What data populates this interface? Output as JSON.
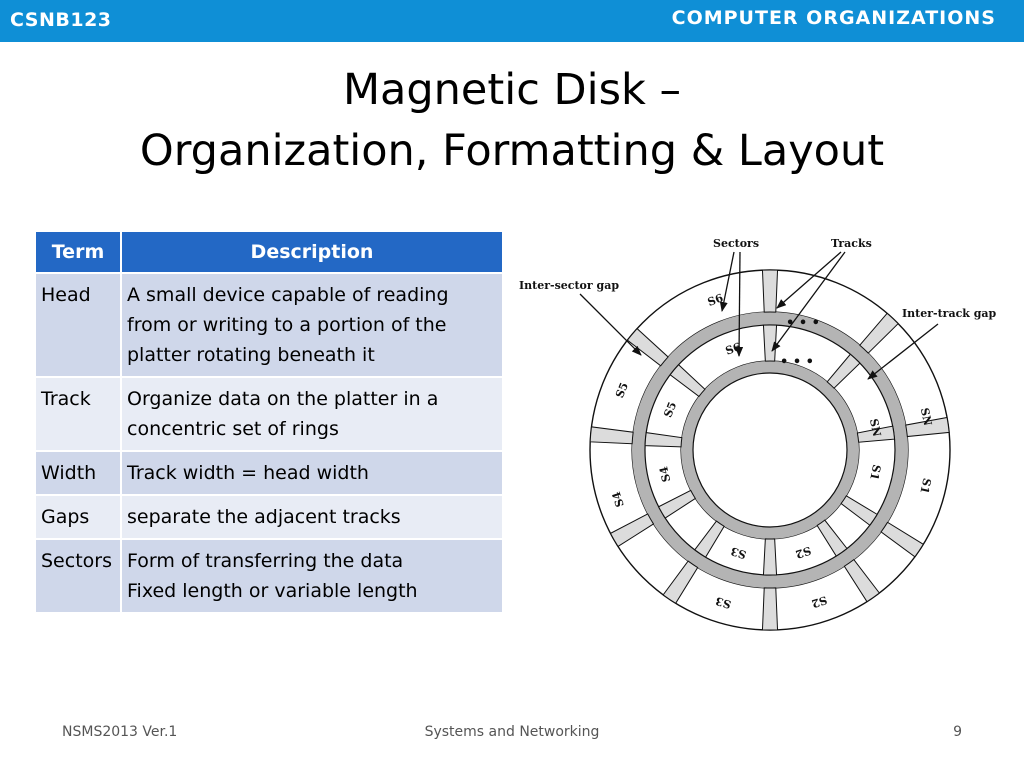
{
  "header": {
    "course_code": "CSNB123",
    "course_name": "COMPUTER ORGANIZATIONS",
    "bar_color": "#0f8fd6"
  },
  "title": {
    "line1": "Magnetic Disk –",
    "line2": "Organization, Formatting & Layout"
  },
  "table": {
    "header_color": "#2368c5",
    "columns": [
      "Term",
      "Description"
    ],
    "rows": [
      {
        "term": "Head",
        "description": [
          "A small device capable of reading",
          "from or writing to a portion of the",
          "platter rotating beneath it"
        ]
      },
      {
        "term": "Track",
        "description": [
          "Organize data on the platter in a",
          "concentric set of rings"
        ]
      },
      {
        "term": "Width",
        "description": [
          "Track width = head width"
        ]
      },
      {
        "term": "Gaps",
        "description": [
          "separate the adjacent tracks"
        ]
      },
      {
        "term": "Sectors",
        "description": [
          "Form of transferring the data",
          "Fixed length or variable length"
        ]
      }
    ]
  },
  "diagram": {
    "labels": {
      "sectors": "Sectors",
      "tracks": "Tracks",
      "inter_sector_gap": "Inter-sector gap",
      "inter_track_gap": "Inter-track gap",
      "ellipsis": "• • •"
    },
    "outer_sectors": [
      "S6",
      "SN",
      "S1",
      "S2",
      "S3",
      "S4",
      "S5"
    ],
    "inner_sectors": [
      "S6",
      "SN",
      "S1",
      "S2",
      "S3",
      "S4",
      "S5"
    ]
  },
  "footer": {
    "left": "NSMS2013 Ver.1",
    "center": "Systems and Networking",
    "page": "9"
  }
}
